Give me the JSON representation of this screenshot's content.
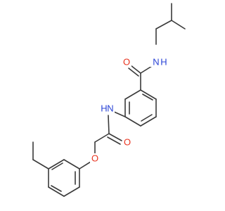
{
  "molecule": {
    "atom_labels": {
      "amide_nitrogen_upper": "N",
      "amide_hydrogen_upper": "H",
      "amide_oxygen_upper": "O",
      "anilide_nitrogen": "N",
      "anilide_hydrogen": "H",
      "amide_oxygen_lower": "O",
      "ether_oxygen": "O"
    },
    "colors": {
      "bond": "#3a3a3a",
      "oxygen": "#e8331f",
      "nitrogen": "#2a43d6",
      "background": "#ffffff"
    }
  }
}
